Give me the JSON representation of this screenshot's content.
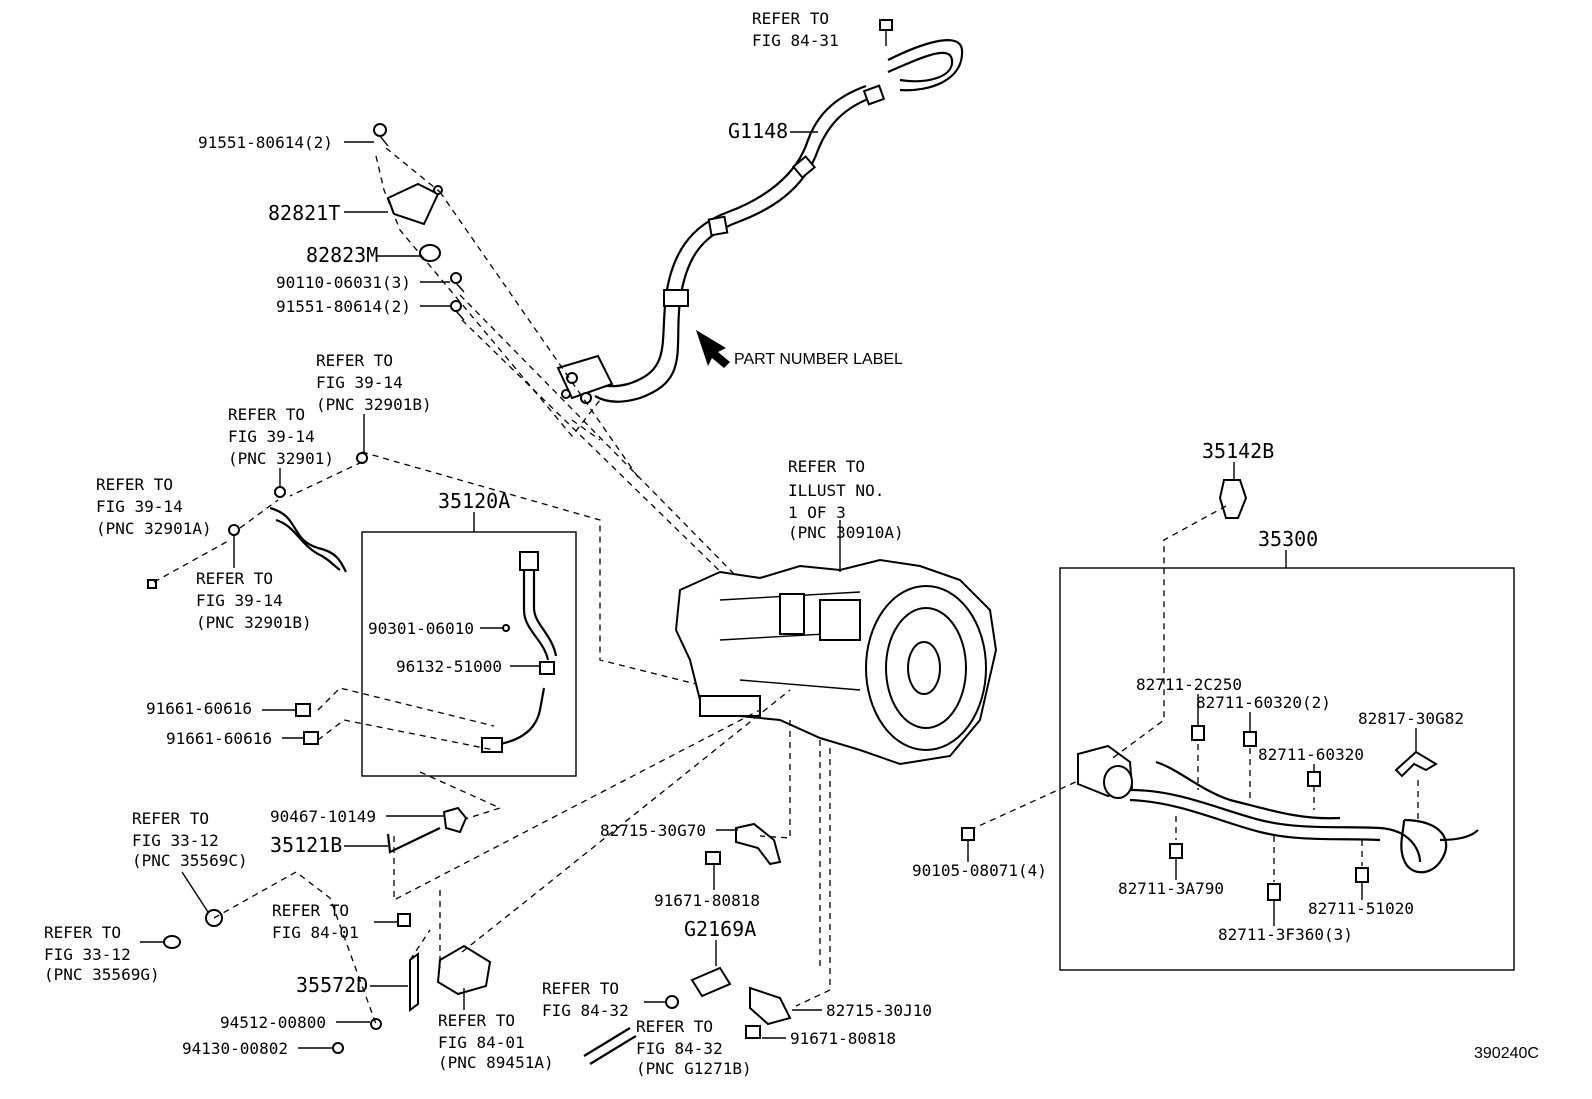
{
  "labels": {
    "refer_fig_84_31": [
      "REFER TO",
      "FIG 84-31"
    ],
    "g1148": "G1148",
    "p91551_a": "91551-80614(2)",
    "p82821t": "82821T",
    "p82823m": "82823M",
    "p90110": "90110-06031(3)",
    "p91551_b": "91551-80614(2)",
    "part_number_label": "PART NUMBER LABEL",
    "refer_32901b_top": [
      "REFER TO",
      "FIG 39-14",
      "(PNC 32901B)"
    ],
    "refer_32901": [
      "REFER TO",
      "FIG 39-14",
      "(PNC 32901)"
    ],
    "refer_32901a": [
      "REFER TO",
      "FIG 39-14",
      "(PNC 32901A)"
    ],
    "refer_32901b_bot": [
      "REFER TO",
      "FIG 39-14",
      "(PNC 32901B)"
    ],
    "p35120a": "35120A",
    "p90301": "90301-06010",
    "p96132": "96132-51000",
    "p91661_a": "91661-60616",
    "p91661_b": "91661-60616",
    "refer_illust": [
      "REFER TO",
      "ILLUST NO.",
      "1 OF 3",
      "(PNC 30910A)"
    ],
    "p35142b": "35142B",
    "p35300": "35300",
    "p82711_2c250": "82711-2C250",
    "p82711_60320_2": "82711-60320(2)",
    "p82817": "82817-30G82",
    "p82711_60320": "82711-60320",
    "p90105": "90105-08071(4)",
    "p82711_3a790": "82711-3A790",
    "p82711_51020": "82711-51020",
    "p82711_3f360": "82711-3F360(3)",
    "p90467": "90467-10149",
    "p35121b": "35121B",
    "refer_35569c": [
      "REFER TO",
      "FIG 33-12",
      "(PNC 35569C)"
    ],
    "refer_35569g": [
      "REFER TO",
      "FIG 33-12",
      "(PNC 35569G)"
    ],
    "p82715_30g70": "82715-30G70",
    "p91671_a": "91671-80818",
    "g2169a": "G2169A",
    "refer_84_01_a": [
      "REFER TO",
      "FIG 84-01"
    ],
    "p35572d": "35572D",
    "p94512": "94512-00800",
    "p94130": "94130-00802",
    "refer_84_01_b": [
      "REFER TO",
      "FIG 84-01",
      "(PNC 89451A)"
    ],
    "refer_84_32_a": [
      "REFER TO",
      "FIG 84-32"
    ],
    "refer_84_32_b": [
      "REFER TO",
      "FIG 84-32",
      "(PNC G1271B)"
    ],
    "p82715_30j10": "82715-30J10",
    "p91671_b": "91671-80818",
    "figure_id": "390240C"
  }
}
